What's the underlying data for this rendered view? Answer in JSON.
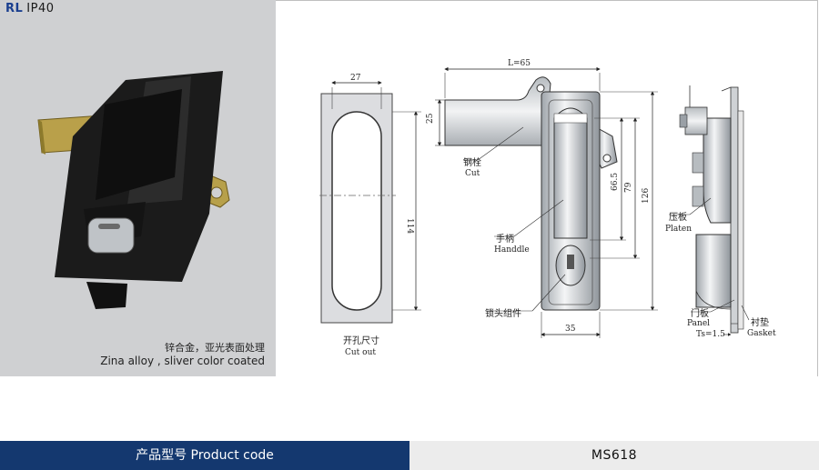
{
  "brand": {
    "prefix": "RL",
    "rating": "IP40"
  },
  "material": {
    "cn": "锌合金，亚光表面处理",
    "en": "Zina alloy , sliver color coated"
  },
  "drawing": {
    "cutout": {
      "width": "27",
      "height": "114",
      "label_cn": "开孔尺寸",
      "label_en": "Cut out"
    },
    "front": {
      "overall_width": "L=65",
      "bolt_height": "25",
      "dim_665": "66.5",
      "dim_79": "79",
      "dim_126": "126",
      "bottom_width": "35",
      "bolt_cn": "钢栓",
      "bolt_en": "Cut",
      "handle_cn": "手柄",
      "handle_en": "Handdle",
      "lock_cn": "锁头组件"
    },
    "side": {
      "platen_cn": "压板",
      "platen_en": "Platen",
      "panel_cn": "门板",
      "panel_en": "Panel",
      "gasket_cn": "衬垫",
      "gasket_en": "Gasket",
      "ts": "Ts=1.5"
    }
  },
  "footer": {
    "label": "产品型号  Product code",
    "code": "MS618"
  }
}
